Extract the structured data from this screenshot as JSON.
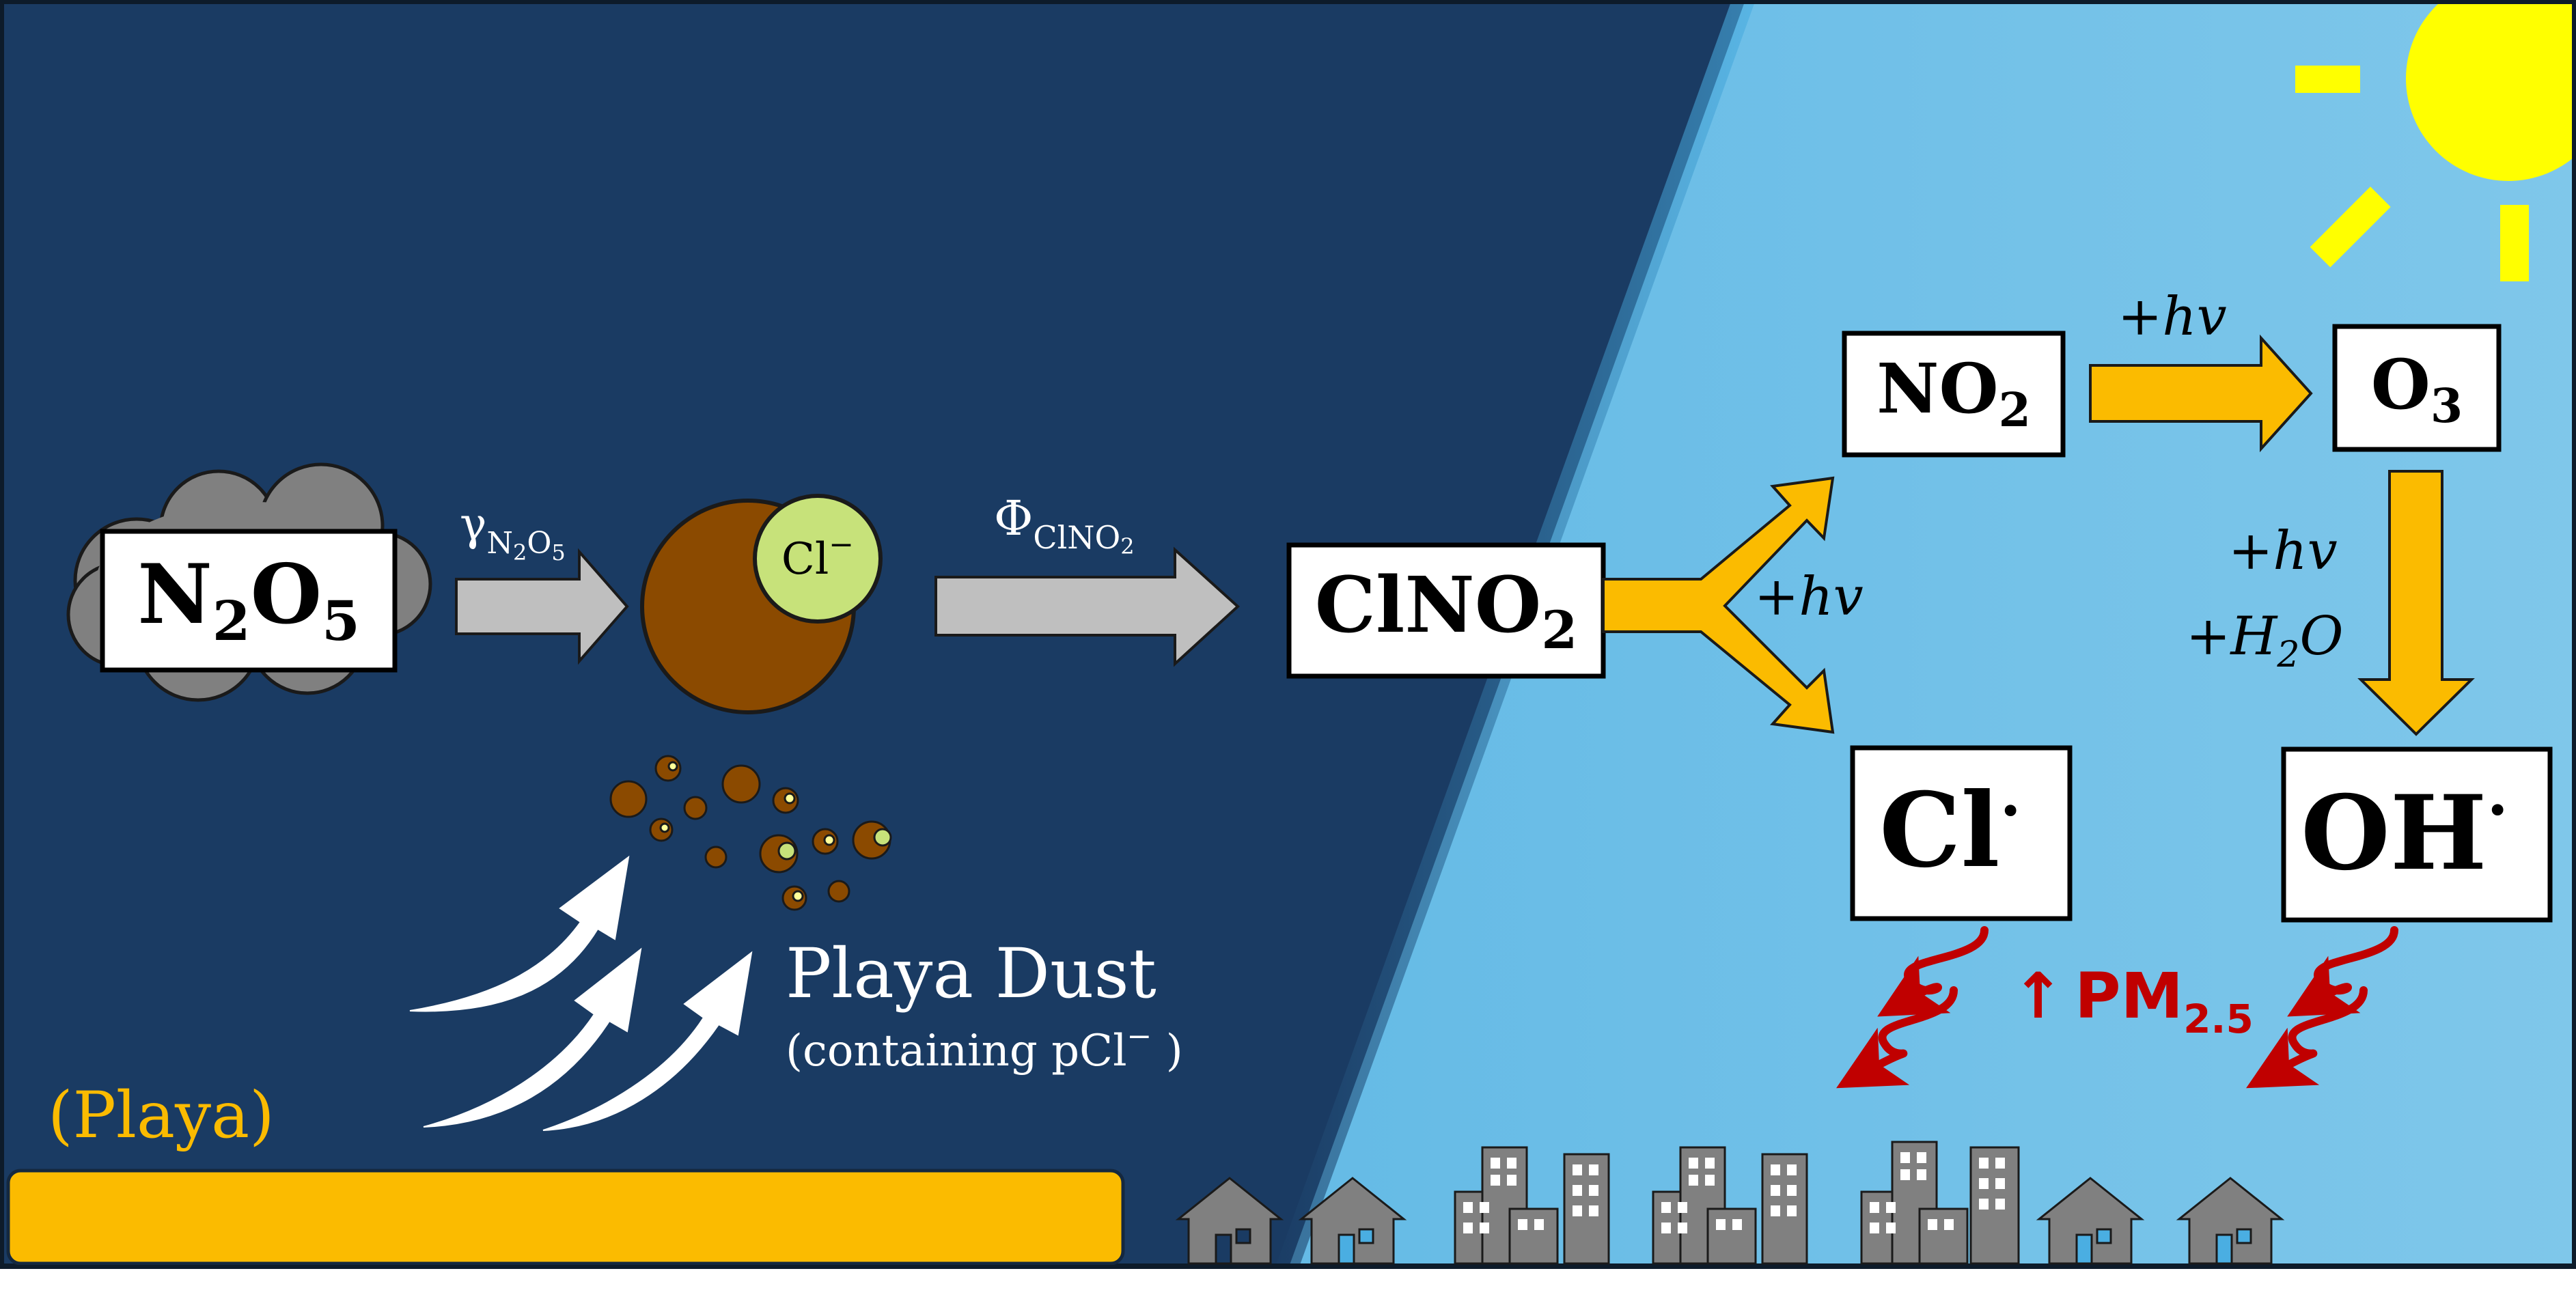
{
  "species": {
    "n2o5": {
      "main": "N",
      "sub1": "2",
      "mid": "O",
      "sub2": "5"
    },
    "clno2": {
      "main": "ClNO",
      "sub": "2"
    },
    "no2": {
      "main": "NO",
      "sub": "2"
    },
    "o3": {
      "main": "O",
      "sub": "3"
    },
    "cl_radical": {
      "main": "Cl",
      "dot": "·"
    },
    "oh_radical": {
      "main": "OH",
      "dot": "·"
    }
  },
  "particle_ion": {
    "main": "Cl",
    "sup": "−"
  },
  "labels": {
    "gamma": {
      "symbol": "γ",
      "sub": "N",
      "sub2": "2",
      "sub3": "O",
      "sub4": "5"
    },
    "phi": {
      "symbol": "Φ",
      "sub": "ClNO",
      "sub2": "2"
    },
    "hv_split": "+hv",
    "hv_no2": "+hv",
    "hv_o3": "+hv",
    "h2o": {
      "main": "+H",
      "sub": "2",
      "end": "O"
    },
    "pm": {
      "arrow": "↑",
      "main": "PM",
      "sub": "2.5"
    },
    "playa_dust": "Playa Dust",
    "containing": {
      "text": "(containing pCl",
      "sup": "−",
      "end": " )"
    },
    "playa": "(Playa)"
  },
  "colors": {
    "night_sky": "#1a3b63",
    "day_sky": "#4eb1e3",
    "playa_ground": "#fbbb00",
    "reaction_arrow": "#fbbb00",
    "transfer_arrow": "#bfbfbf",
    "dust_particle": "#8b4a00",
    "chloride": "#c7e27a",
    "pm_arrow": "#c00000",
    "sun": "#ffff00",
    "buildings": "#808080"
  }
}
